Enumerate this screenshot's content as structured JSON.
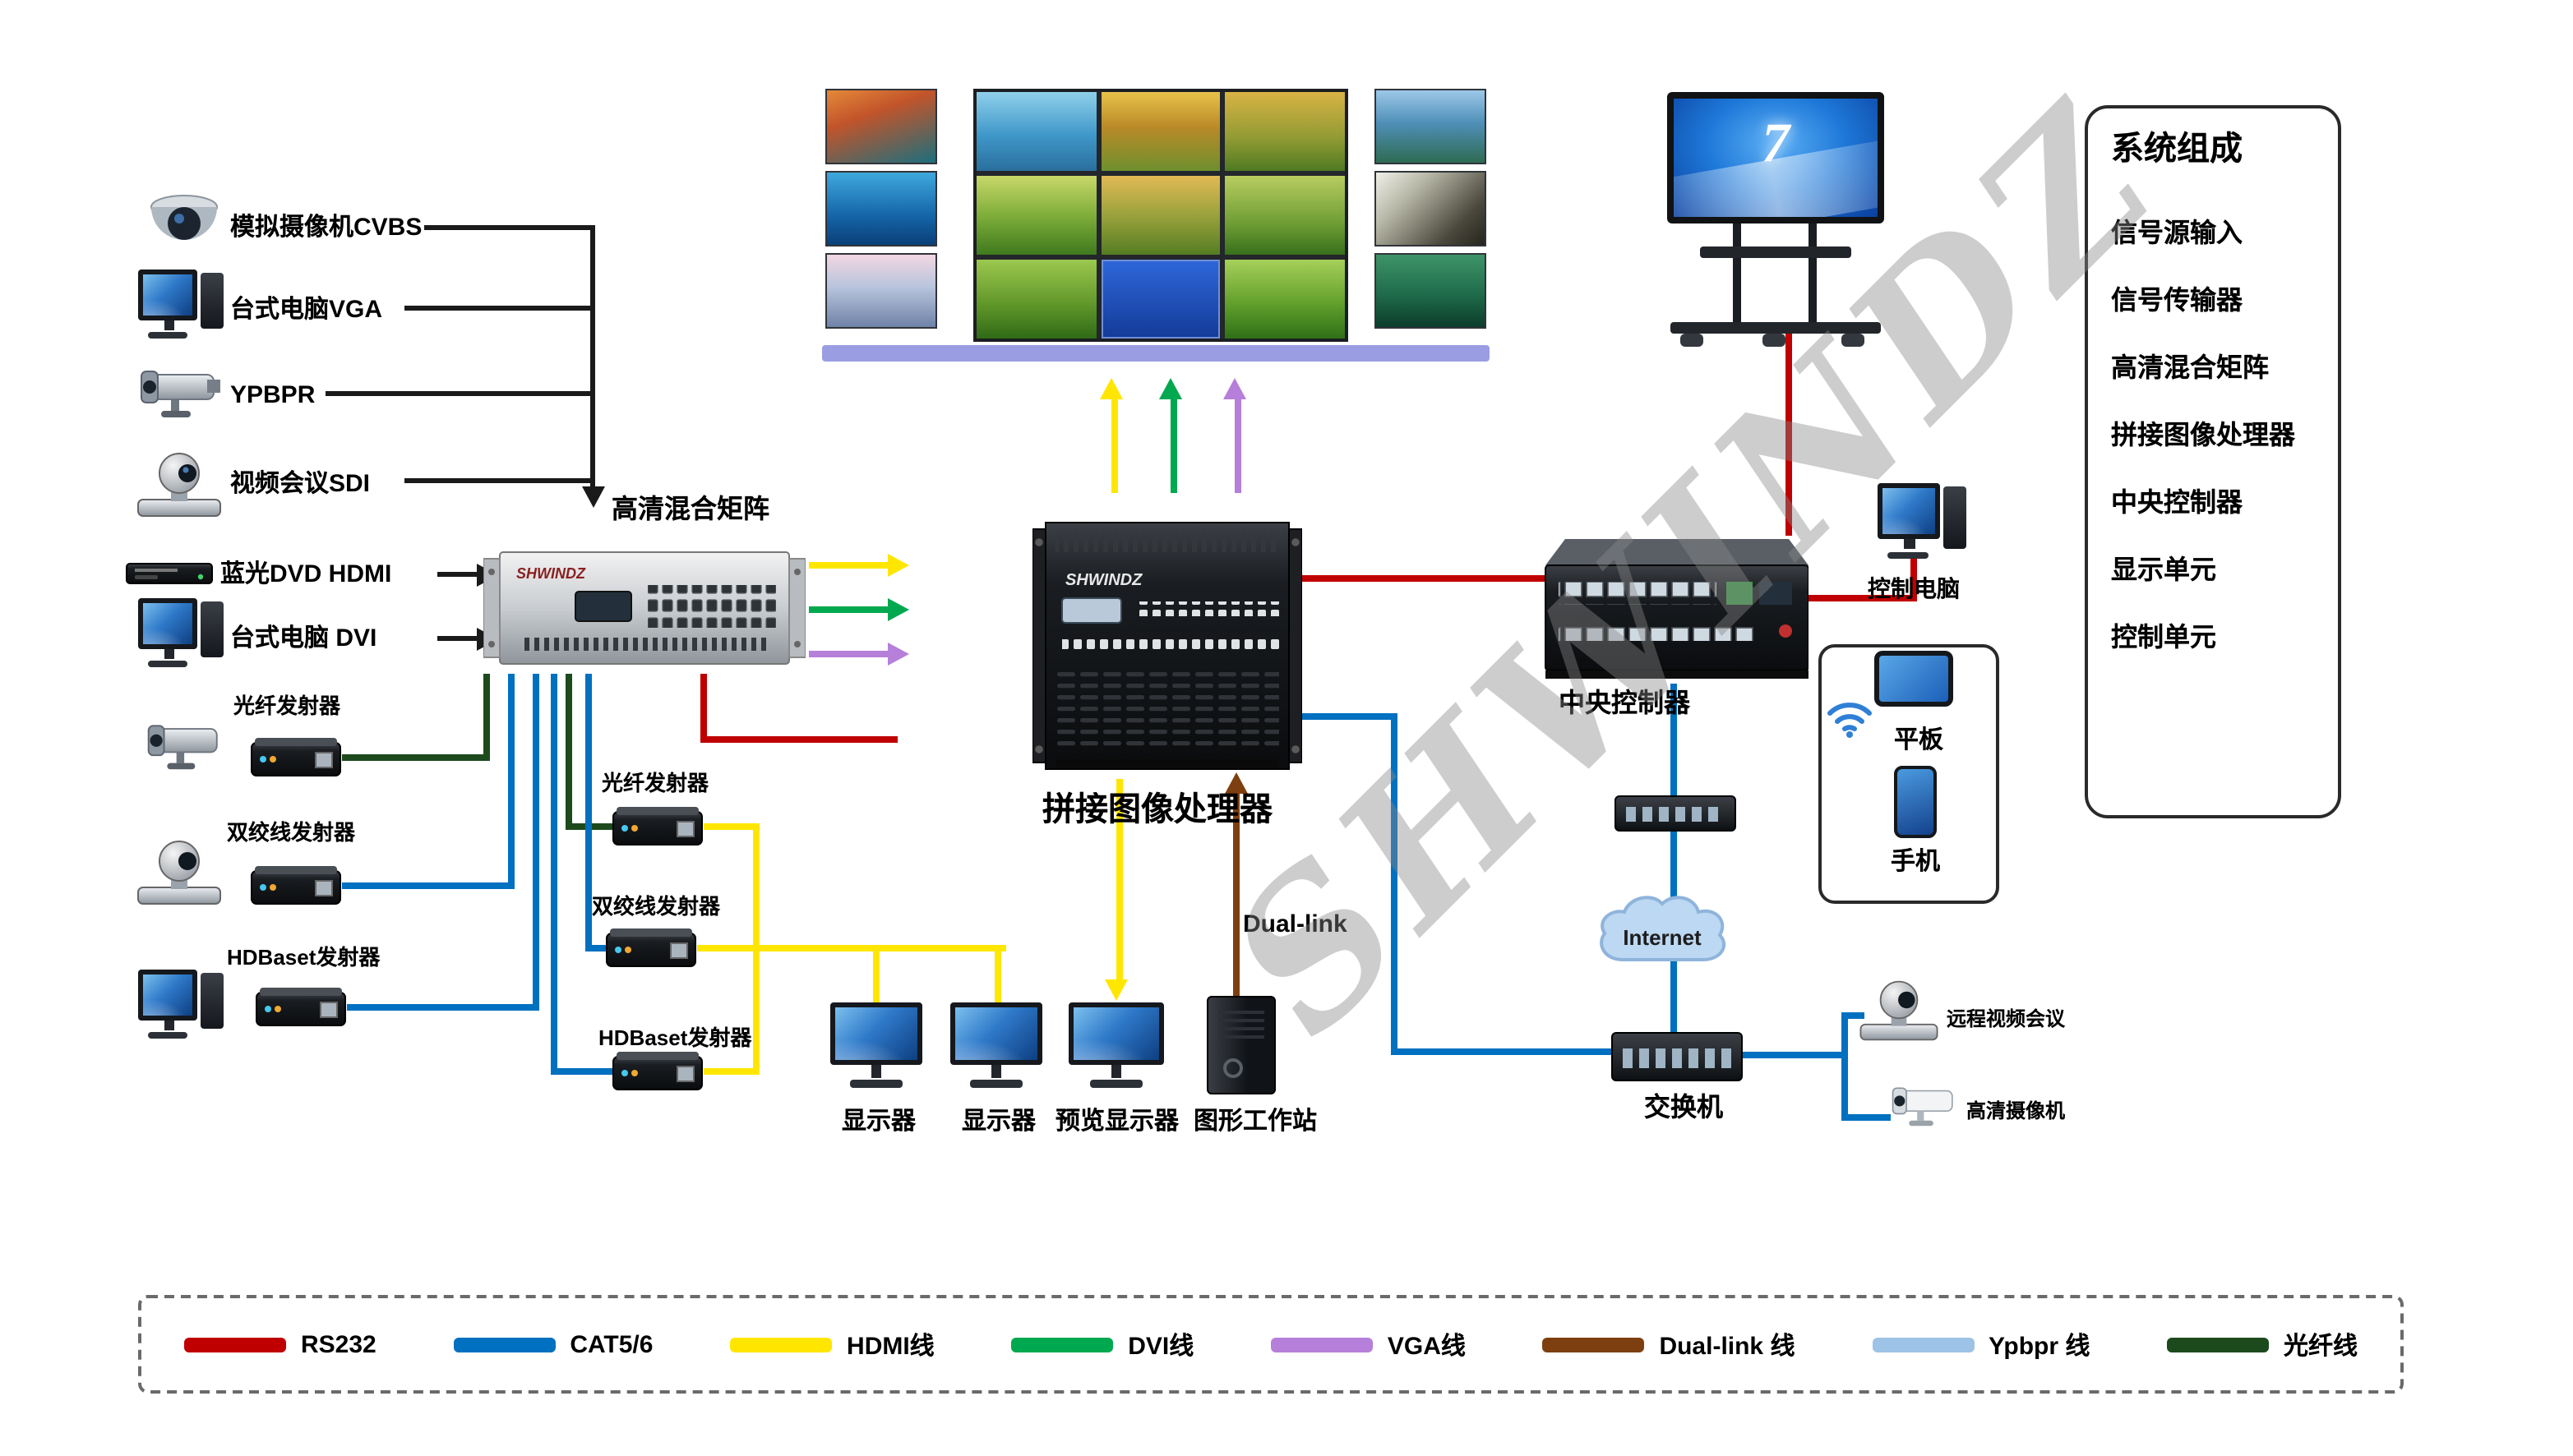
{
  "watermark": "SHWINDZ",
  "brand": "SHWINDZ",
  "sources": [
    {
      "label": "模拟摄像机CVBS"
    },
    {
      "label": "台式电脑VGA"
    },
    {
      "label": "YPBPR"
    },
    {
      "label": "视频会议SDI"
    },
    {
      "label": "蓝光DVD HDMI"
    },
    {
      "label": "台式电脑 DVI"
    }
  ],
  "left_transmitters": [
    {
      "label": "光纤发射器"
    },
    {
      "label": "双绞线发射器"
    },
    {
      "label": "HDBaset发射器"
    }
  ],
  "mid_transmitters": [
    {
      "label": "光纤发射器"
    },
    {
      "label": "双绞线发射器"
    },
    {
      "label": "HDBaset发射器"
    }
  ],
  "devices": {
    "matrix": "高清混合矩阵",
    "processor": "拼接图像处理器",
    "controller": "中央控制器",
    "control_pc": "控制电脑",
    "tablet": "平板",
    "phone": "手机",
    "internet": "Internet",
    "switch": "交换机",
    "remote_vc": "远程视频会议",
    "hd_camera": "高清摄像机",
    "monitor1": "显示器",
    "monitor2": "显示器",
    "preview_monitor": "预览显示器",
    "workstation": "图形工作站",
    "dual_link": "Dual-link",
    "win7": "7"
  },
  "system_panel": {
    "title": "系统组成",
    "items": [
      "信号源输入",
      "信号传输器",
      "高清混合矩阵",
      "拼接图像处理器",
      "中央控制器",
      "显示单元",
      "控制单元"
    ]
  },
  "legend": {
    "items": [
      {
        "label": "RS232",
        "color": "#c00000"
      },
      {
        "label": "CAT5/6",
        "color": "#0070c0"
      },
      {
        "label": "HDMI线",
        "color": "#ffe600"
      },
      {
        "label": "DVI线",
        "color": "#00a84f"
      },
      {
        "label": "VGA线",
        "color": "#b67fd9"
      },
      {
        "label": "Dual-link 线",
        "color": "#7e3f10"
      },
      {
        "label": "Ypbpr 线",
        "color": "#9dc3e6"
      },
      {
        "label": "光纤线",
        "color": "#1d4a1d"
      }
    ]
  }
}
